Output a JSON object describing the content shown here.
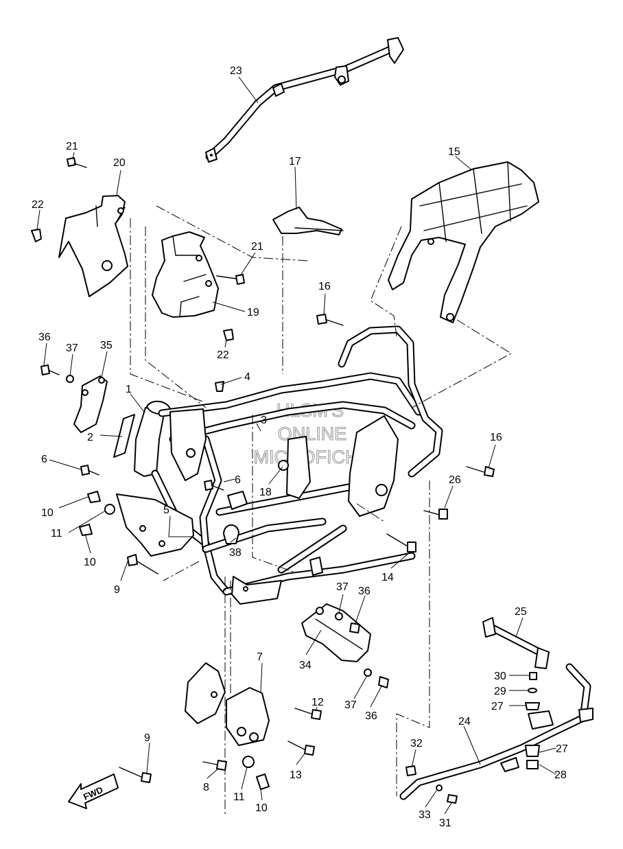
{
  "watermark": {
    "line1": "HLSM'S",
    "line2": "ONLINE",
    "line3": "MICROFICHE"
  },
  "fwd_label": "FWD",
  "callouts": [
    "1",
    "2",
    "3",
    "4",
    "5",
    "6",
    "6",
    "7",
    "8",
    "9",
    "9",
    "10",
    "10",
    "10",
    "11",
    "11",
    "12",
    "13",
    "14",
    "15",
    "16",
    "16",
    "17",
    "18",
    "19",
    "20",
    "21",
    "21",
    "22",
    "22",
    "23",
    "24",
    "25",
    "26",
    "27",
    "27",
    "28",
    "29",
    "30",
    "31",
    "32",
    "33",
    "34",
    "35",
    "36",
    "36",
    "36",
    "37",
    "37",
    "37",
    "38"
  ]
}
